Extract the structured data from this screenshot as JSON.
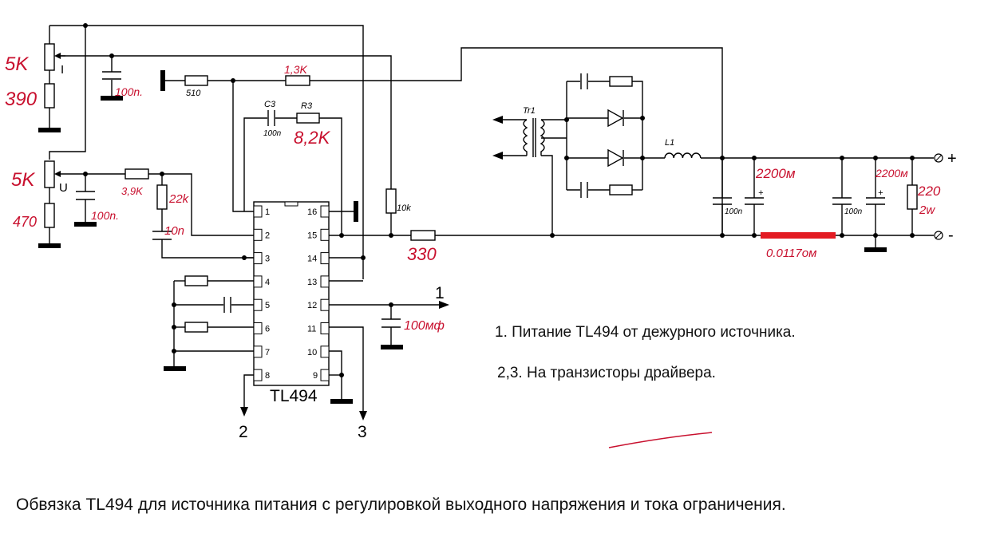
{
  "ic": {
    "name": "TL494",
    "pins_left": [
      "1",
      "2",
      "3",
      "4",
      "5",
      "6",
      "7",
      "8"
    ],
    "pins_right": [
      "16",
      "15",
      "14",
      "13",
      "12",
      "11",
      "10",
      "9"
    ]
  },
  "labels": {
    "r510": "510",
    "c3": "C3",
    "c3_val": "100n",
    "r3": "R3",
    "r10k": "10k",
    "tr1": "Tr1",
    "l1": "L1",
    "c_out1": "100n",
    "c_out2": "100n",
    "pot_i": "I",
    "pot_u": "U",
    "plus": "+",
    "minus": "-",
    "cap_plus1": "+",
    "cap_plus2": "+"
  },
  "handwritten": {
    "pot_i_value": "5K",
    "r_i_value": "390",
    "c_i_value": "100n.",
    "r_top_value": "1,3K",
    "r3_value": "8,2K",
    "pot_u_value": "5K",
    "r_u_value": "470",
    "c_u_value": "100n.",
    "r_fb_value": "3,9K",
    "r_fb2_value": "22k",
    "c_fb_value": "10n",
    "r_dt_value": "330",
    "c_supply_value": "100мф",
    "c_big1_value": "2200м",
    "c_big2_value": "2200м",
    "r_load_value": "220",
    "r_load_power": "2w",
    "shunt_value": "0.0117ом"
  },
  "outputs": {
    "out1": "1",
    "out2": "2",
    "out3": "3"
  },
  "notes": [
    "1. Питание TL494 от дежурного источника.",
    "2,3. На транзисторы драйвера."
  ],
  "caption": "Обвязка TL494 для источника питания с регулировкой выходного напряжения и тока ограничения.",
  "colors": {
    "annotation": "#c8102e",
    "shunt": "#e31b23"
  }
}
